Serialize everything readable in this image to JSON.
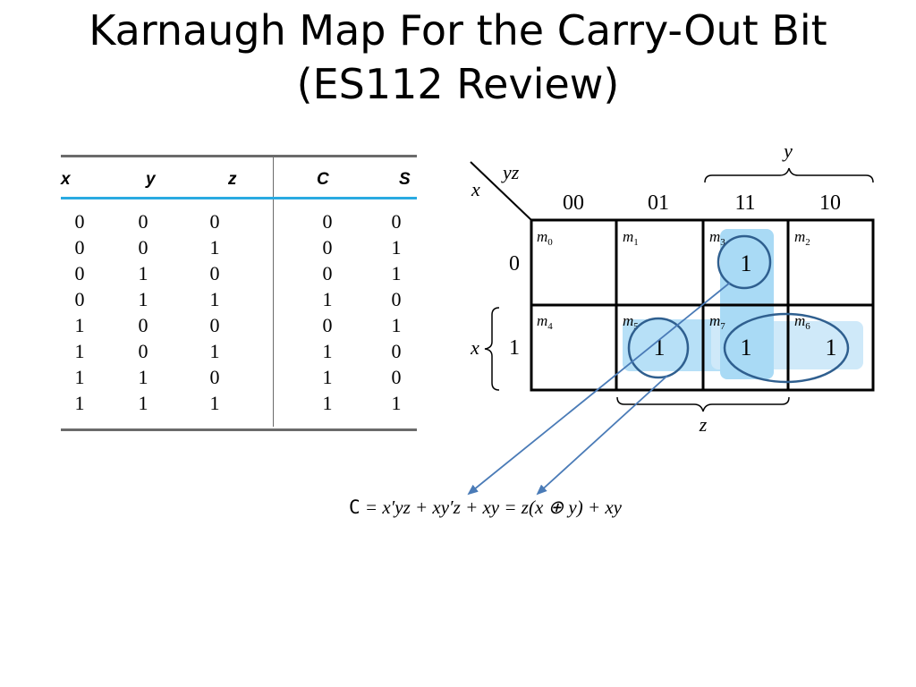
{
  "title": {
    "line1": "Karnaugh Map For the Carry-Out Bit",
    "line2": "(ES112 Review)"
  },
  "truth_table": {
    "headers": [
      "x",
      "y",
      "z",
      "C",
      "S"
    ],
    "rows": [
      [
        "0",
        "0",
        "0",
        "0",
        "0"
      ],
      [
        "0",
        "0",
        "1",
        "0",
        "1"
      ],
      [
        "0",
        "1",
        "0",
        "0",
        "1"
      ],
      [
        "0",
        "1",
        "1",
        "1",
        "0"
      ],
      [
        "1",
        "0",
        "0",
        "0",
        "1"
      ],
      [
        "1",
        "0",
        "1",
        "1",
        "0"
      ],
      [
        "1",
        "1",
        "0",
        "1",
        "0"
      ],
      [
        "1",
        "1",
        "1",
        "1",
        "1"
      ]
    ]
  },
  "kmap": {
    "corner_row_var": "x",
    "corner_col_var": "yz",
    "col_headers": [
      "00",
      "01",
      "11",
      "10"
    ],
    "row_headers": [
      "0",
      "1"
    ],
    "row_brace_var": "x",
    "top_brace_var": "y",
    "bottom_brace_var": "z",
    "minterms": [
      [
        "m0",
        "m1",
        "m3",
        "m2"
      ],
      [
        "m4",
        "m5",
        "m7",
        "m6"
      ]
    ],
    "cell_values": [
      [
        "",
        "",
        "1",
        ""
      ],
      [
        "",
        "1",
        "1",
        "1"
      ]
    ],
    "highlight_color": "#b7e0f7",
    "circle_color": "#2f5f8f",
    "arrow_color": "#4a7bb7"
  },
  "equation": {
    "lhs": "C",
    "rhs": "= x′yz + xy′z + xy = z(x ⊕ y) + xy"
  }
}
